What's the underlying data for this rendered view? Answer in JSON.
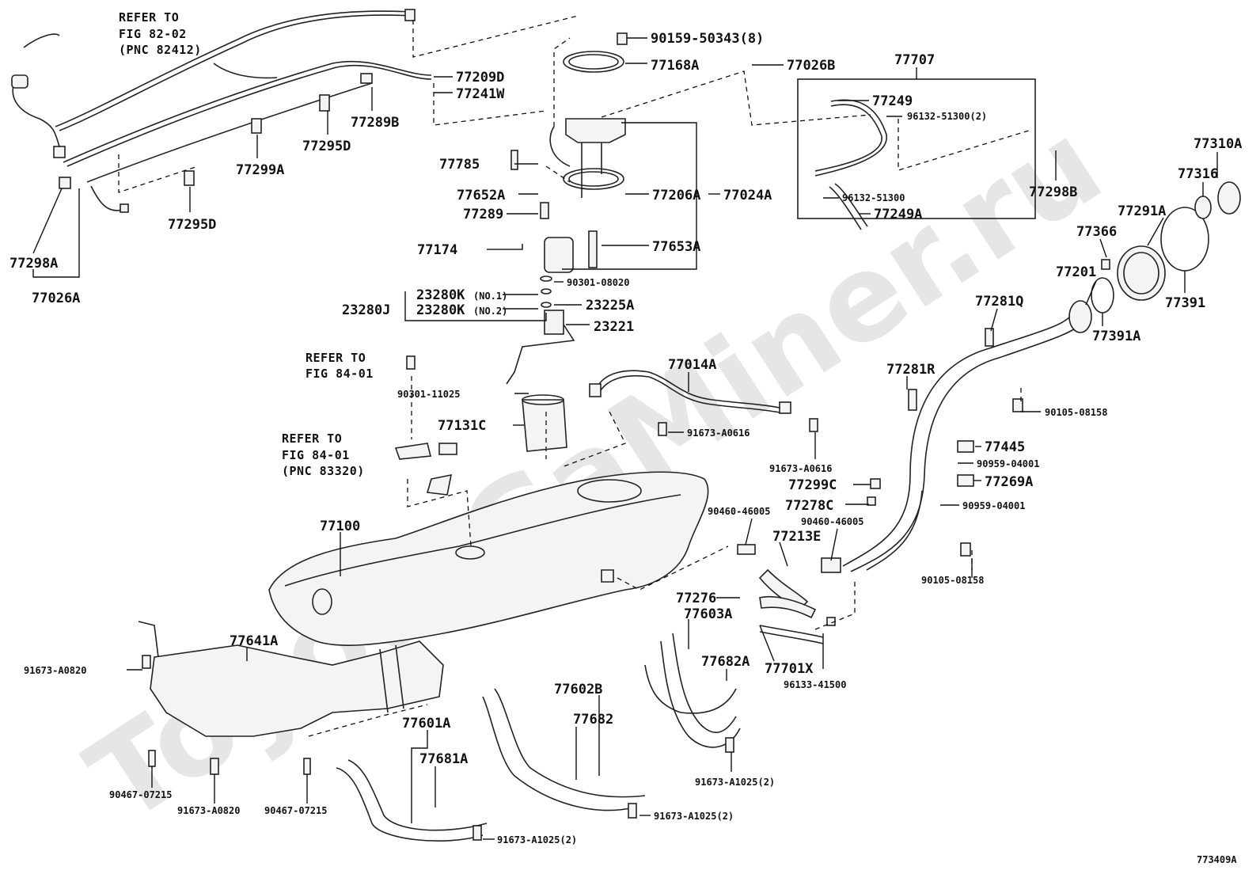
{
  "watermark": "ToyotaGaMiner.ru",
  "figure_code": "773409A",
  "refs": [
    {
      "id": "ref-82-02",
      "lines": [
        "REFER TO",
        "FIG 82-02",
        "(PNC 82412)"
      ]
    },
    {
      "id": "ref-84-01-a",
      "lines": [
        "REFER TO",
        "FIG 84-01"
      ]
    },
    {
      "id": "ref-84-01-b",
      "lines": [
        "REFER TO",
        "FIG 84-01",
        "(PNC 83320)"
      ]
    }
  ],
  "labels": [
    {
      "text": "90159-50343(8)"
    },
    {
      "text": "77168A"
    },
    {
      "text": "77026B"
    },
    {
      "text": "77707"
    },
    {
      "text": "77209D"
    },
    {
      "text": "77241W"
    },
    {
      "text": "77289B"
    },
    {
      "text": "77295D"
    },
    {
      "text": "77299A"
    },
    {
      "text": "77295D"
    },
    {
      "text": "77298A"
    },
    {
      "text": "77026A"
    },
    {
      "text": "77249"
    },
    {
      "text": "96132-51300(2)"
    },
    {
      "text": "96132-51300"
    },
    {
      "text": "77249A"
    },
    {
      "text": "77298B"
    },
    {
      "text": "77310A"
    },
    {
      "text": "77316"
    },
    {
      "text": "77291A"
    },
    {
      "text": "77366"
    },
    {
      "text": "77201"
    },
    {
      "text": "77391"
    },
    {
      "text": "77391A"
    },
    {
      "text": "77785"
    },
    {
      "text": "77652A"
    },
    {
      "text": "77206A"
    },
    {
      "text": "77024A"
    },
    {
      "text": "77289"
    },
    {
      "text": "77174"
    },
    {
      "text": "77653A"
    },
    {
      "text": "90301-08020"
    },
    {
      "text": "23280K"
    },
    {
      "text": "(NO.1)"
    },
    {
      "text": "23280K"
    },
    {
      "text": "(NO.2)"
    },
    {
      "text": "23280J"
    },
    {
      "text": "23225A"
    },
    {
      "text": "23221"
    },
    {
      "text": "90301-11025"
    },
    {
      "text": "77131C"
    },
    {
      "text": "77014A"
    },
    {
      "text": "91673-A0616"
    },
    {
      "text": "91673-A0616"
    },
    {
      "text": "77281Q"
    },
    {
      "text": "77281R"
    },
    {
      "text": "90105-08158"
    },
    {
      "text": "77445"
    },
    {
      "text": "90959-04001"
    },
    {
      "text": "77299C"
    },
    {
      "text": "77269A"
    },
    {
      "text": "90460-46005"
    },
    {
      "text": "77278C"
    },
    {
      "text": "90959-04001"
    },
    {
      "text": "90460-46005"
    },
    {
      "text": "77213E"
    },
    {
      "text": "90105-08158"
    },
    {
      "text": "77100"
    },
    {
      "text": "77276"
    },
    {
      "text": "77603A"
    },
    {
      "text": "77682A"
    },
    {
      "text": "77701X"
    },
    {
      "text": "96133-41500"
    },
    {
      "text": "77641A"
    },
    {
      "text": "91673-A0820"
    },
    {
      "text": "77602B"
    },
    {
      "text": "77682"
    },
    {
      "text": "77601A"
    },
    {
      "text": "77681A"
    },
    {
      "text": "91673-A1025(2)"
    },
    {
      "text": "91673-A1025(2)"
    },
    {
      "text": "91673-A1025(2)"
    },
    {
      "text": "90467-07215"
    },
    {
      "text": "91673-A0820"
    },
    {
      "text": "90467-07215"
    }
  ]
}
